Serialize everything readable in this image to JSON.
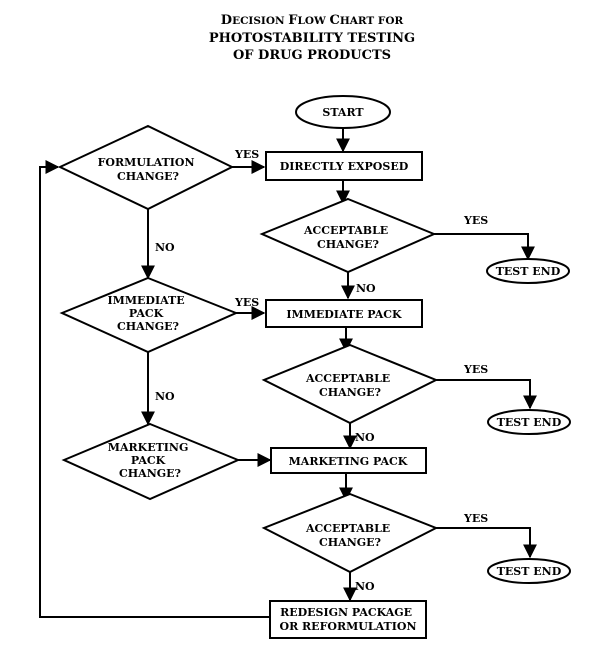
{
  "title": {
    "line1_cap": "D",
    "line1_rest": "ECISION ",
    "line1_cap2": "F",
    "line1_rest2": "LOW ",
    "line1_cap3": "C",
    "line1_rest3": "HART FOR",
    "line2": "PHOTOSTABILITY TESTING",
    "line3": "OF DRUG PRODUCTS"
  },
  "nodes": {
    "start": "START",
    "directly_exposed": "DIRECTLY EXPOSED",
    "formulation_change": [
      "FORMULATION",
      "CHANGE?"
    ],
    "acceptable_change_1": [
      "ACCEPTABLE",
      "CHANGE?"
    ],
    "test_end_1": "TEST END",
    "immediate_pack_change": [
      "IMMEDIATE",
      "PACK",
      "CHANGE?"
    ],
    "immediate_pack": "IMMEDIATE PACK",
    "acceptable_change_2": [
      "ACCEPTABLE",
      "CHANGE?"
    ],
    "test_end_2": "TEST END",
    "marketing_pack_change": [
      "MARKETING",
      "PACK",
      "CHANGE?"
    ],
    "marketing_pack": "MARKETING PACK",
    "acceptable_change_3": [
      "ACCEPTABLE",
      "CHANGE?"
    ],
    "test_end_3": "TEST END",
    "redesign": [
      "REDESIGN PACKAGE",
      "OR REFORMULATION"
    ]
  },
  "labels": {
    "yes": "YES",
    "no": "NO"
  }
}
